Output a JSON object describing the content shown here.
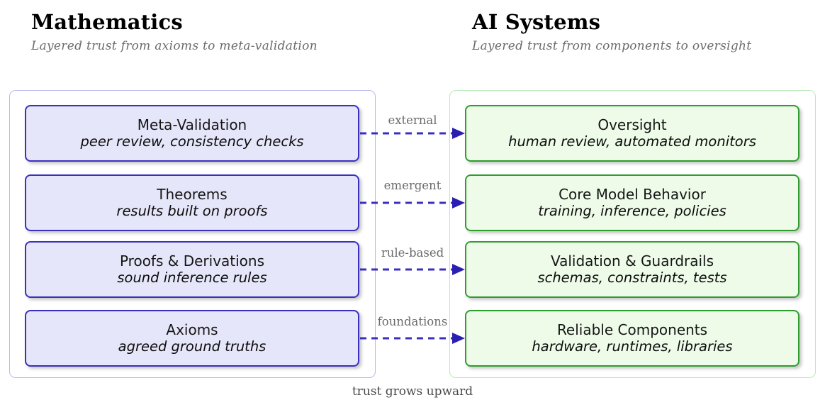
{
  "columns": {
    "left": {
      "title": "Mathematics",
      "subtitle": "Layered trust from axioms to meta-validation",
      "accent": "#3b2fc0",
      "fill": "#e6e6fa",
      "panel_border": "#b8b8ee",
      "layers": [
        {
          "title": "Meta-Validation",
          "subtitle": "peer review, consistency checks"
        },
        {
          "title": "Theorems",
          "subtitle": "results built on proofs"
        },
        {
          "title": "Proofs & Derivations",
          "subtitle": "sound inference rules"
        },
        {
          "title": "Axioms",
          "subtitle": "agreed ground truths"
        }
      ]
    },
    "right": {
      "title": "AI Systems",
      "subtitle": "Layered trust from components to oversight",
      "accent": "#2f9e2f",
      "fill": "#edfbe8",
      "panel_border": "#b6eab6",
      "layers": [
        {
          "title": "Oversight",
          "subtitle": "human review, automated monitors"
        },
        {
          "title": "Core Model Behavior",
          "subtitle": "training, inference, policies"
        },
        {
          "title": "Validation & Guardrails",
          "subtitle": "schemas, constraints, tests"
        },
        {
          "title": "Reliable Components",
          "subtitle": "hardware, runtimes, libraries"
        }
      ]
    }
  },
  "connectors": [
    {
      "label": "external",
      "color": "#3b2fc0",
      "style": "dashed",
      "direction": "right"
    },
    {
      "label": "emergent",
      "color": "#3b2fc0",
      "style": "dashed",
      "direction": "right"
    },
    {
      "label": "rule-based",
      "color": "#3b2fc0",
      "style": "dashed",
      "direction": "right"
    },
    {
      "label": "foundations",
      "color": "#3b2fc0",
      "style": "dashed",
      "direction": "right"
    }
  ],
  "caption": "trust grows upward"
}
